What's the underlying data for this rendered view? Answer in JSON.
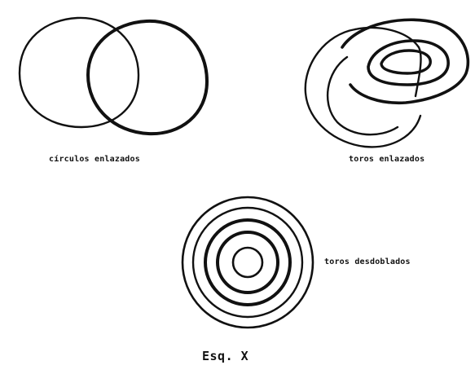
{
  "figure": {
    "ink_color": "#111111",
    "background": "#ffffff",
    "labels": {
      "linked_circles": "círculos enlazados",
      "linked_tori": "toros enlazados",
      "split_tori": "toros desdoblados",
      "caption": "Esq. X"
    }
  }
}
